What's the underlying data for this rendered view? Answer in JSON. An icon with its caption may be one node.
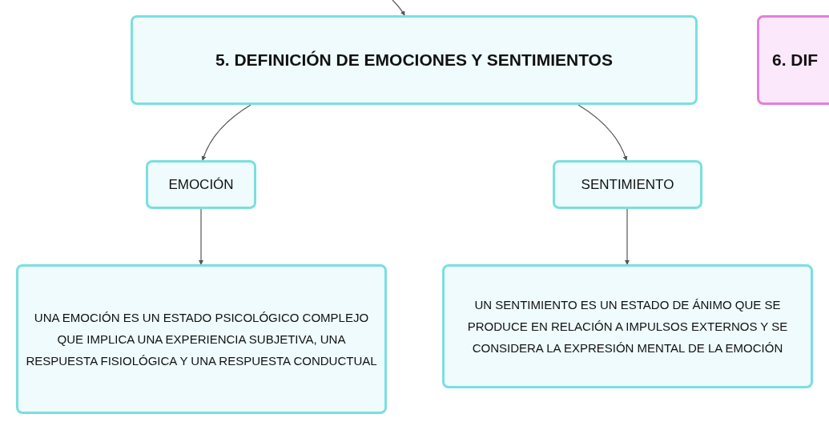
{
  "diagram": {
    "nodes": [
      {
        "text": [
          "5. DEFINICIÓN DE EMOCIONES Y SENTIMIENTOS"
        ]
      },
      {
        "text": [
          "EMOCIÓN"
        ]
      },
      {
        "text": [
          "SENTIMIENTO"
        ]
      },
      {
        "text": [
          "UNA EMOCIÓN ES UN ESTADO PSICOLÓGICO COMPLEJO QUE IMPLICA UNA EXPERIENCIA SUBJETIVA, UNA RESPUESTA FISIOLÓGICA Y UNA RESPUESTA CONDUCTUAL"
        ]
      },
      {
        "text": [
          "UN SENTIMIENTO ES UN ESTADO DE ÁNIMO QUE SE PRODUCE EN RELACIÓN A IMPULSOS EXTERNOS Y SE CONSIDERA LA EXPRESIÓN MENTAL DE LA EMOCIÓN"
        ]
      },
      {
        "text": [
          "6. DIF"
        ]
      }
    ],
    "edges": [
      {
        "from": null,
        "to": 0,
        "arrow": "to"
      },
      {
        "from": 0,
        "to": 1,
        "arrow": "to"
      },
      {
        "from": 0,
        "to": 2,
        "arrow": "to"
      },
      {
        "from": 1,
        "to": 3,
        "arrow": "to"
      },
      {
        "from": 2,
        "to": 4,
        "arrow": "to"
      }
    ]
  }
}
